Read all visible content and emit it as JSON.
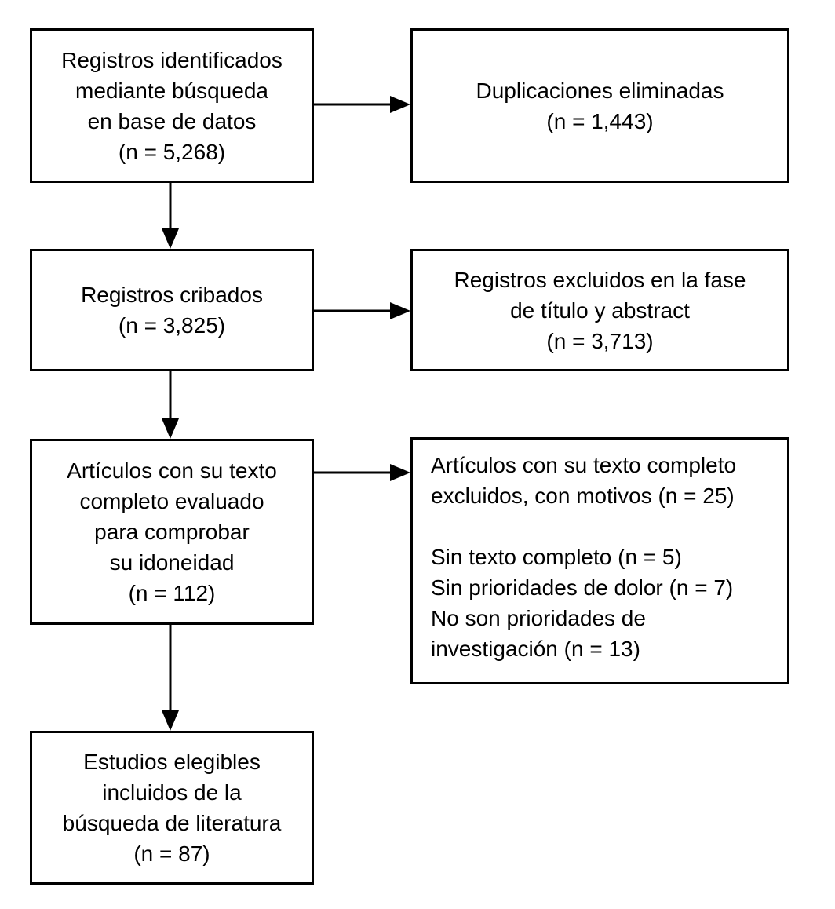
{
  "diagram": {
    "type": "prisma-flow",
    "language": "es",
    "colors": {
      "background": "#ffffff",
      "box_border": "#000000",
      "text": "#000000",
      "arrow": "#000000"
    },
    "boxes": {
      "identified": {
        "text": "Registros identificados\nmediante búsqueda\nen base de datos\n(n = 5,268)",
        "n": "5,268"
      },
      "duplicates": {
        "text": "Duplicaciones eliminadas\n(n = 1,443)",
        "n": "1,443"
      },
      "screened": {
        "text": "Registros cribados\n(n = 3,825)",
        "n": "3,825"
      },
      "excluded_title": {
        "text": "Registros excluidos en la fase\nde título y abstract\n(n = 3,713)",
        "n": "3,713"
      },
      "fulltext_assessed": {
        "text": "Artículos con su texto\ncompleto evaluado\npara comprobar\nsu idoneidad\n(n = 112)",
        "n": "112"
      },
      "fulltext_excluded": {
        "text": "Artículos con su texto completo\nexcluidos, con motivos (n = 25)\n\nSin texto completo (n = 5)\nSin prioridades de dolor (n = 7)\nNo son prioridades de\ninvestigación (n = 13)",
        "n": "25",
        "reasons": [
          {
            "label": "Sin texto completo",
            "n": "5"
          },
          {
            "label": "Sin prioridades de dolor",
            "n": "7"
          },
          {
            "label": "No son prioridades de investigación",
            "n": "13"
          }
        ]
      },
      "included": {
        "text": "Estudios elegibles\nincluidos de la\nbúsqueda de literatura\n(n = 87)",
        "n": "87"
      }
    },
    "edges": [
      {
        "from": "identified",
        "to": "duplicates",
        "direction": "right"
      },
      {
        "from": "identified",
        "to": "screened",
        "direction": "down"
      },
      {
        "from": "screened",
        "to": "excluded_title",
        "direction": "right"
      },
      {
        "from": "screened",
        "to": "fulltext_assessed",
        "direction": "down"
      },
      {
        "from": "fulltext_assessed",
        "to": "fulltext_excluded",
        "direction": "right"
      },
      {
        "from": "fulltext_assessed",
        "to": "included",
        "direction": "down"
      }
    ]
  }
}
